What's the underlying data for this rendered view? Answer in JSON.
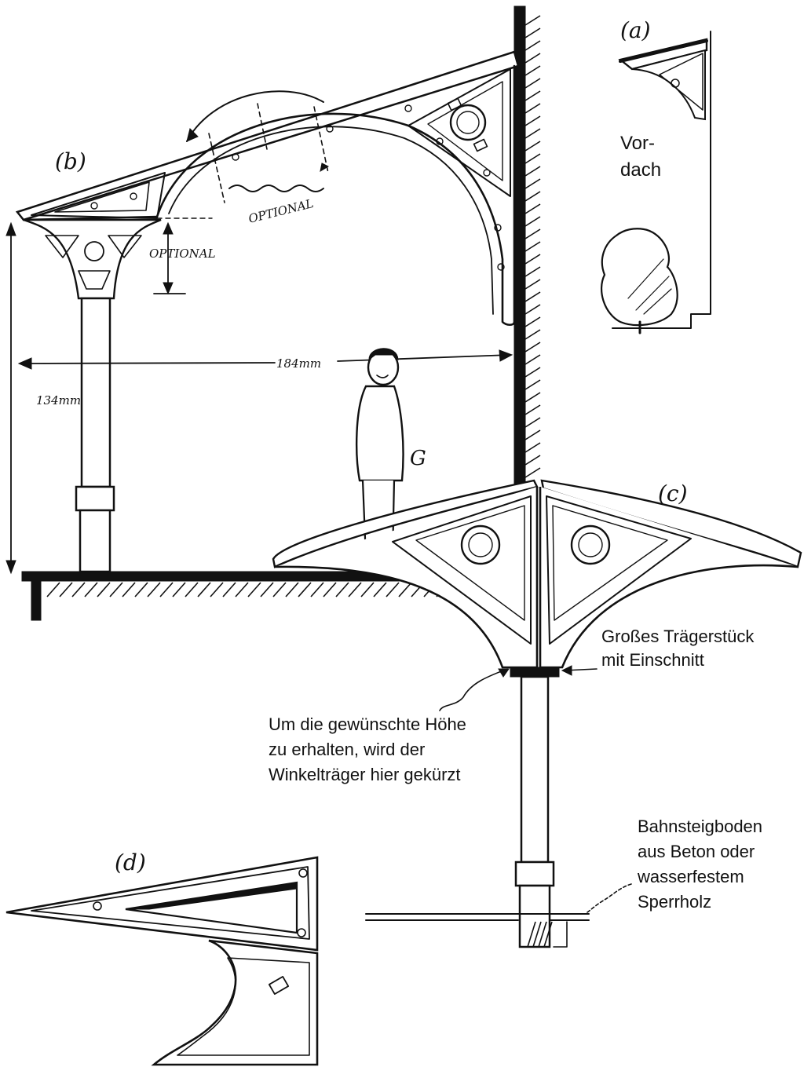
{
  "labels": {
    "fig_a_top": "(a)",
    "fig_b": "(b)",
    "fig_c": "(c)",
    "fig_d": "(d)",
    "vordach_line1": "Vor-",
    "vordach_line2": "dach",
    "optional_arc": "OPTIONAL",
    "optional_vertical": "OPTIONAL",
    "dim_width": "184mm",
    "dim_height": "134mm",
    "figure_g": "G"
  },
  "annotations": {
    "trager": [
      "Großes Trägerstück",
      "mit Einschnitt"
    ],
    "hoehe": [
      "Um die gewünschte Höhe",
      "zu erhalten, wird der",
      "Winkelträger hier gekürzt"
    ],
    "boden": [
      "Bahnsteigboden",
      "aus Beton oder",
      "wasserfestem",
      "Sperrholz"
    ]
  }
}
